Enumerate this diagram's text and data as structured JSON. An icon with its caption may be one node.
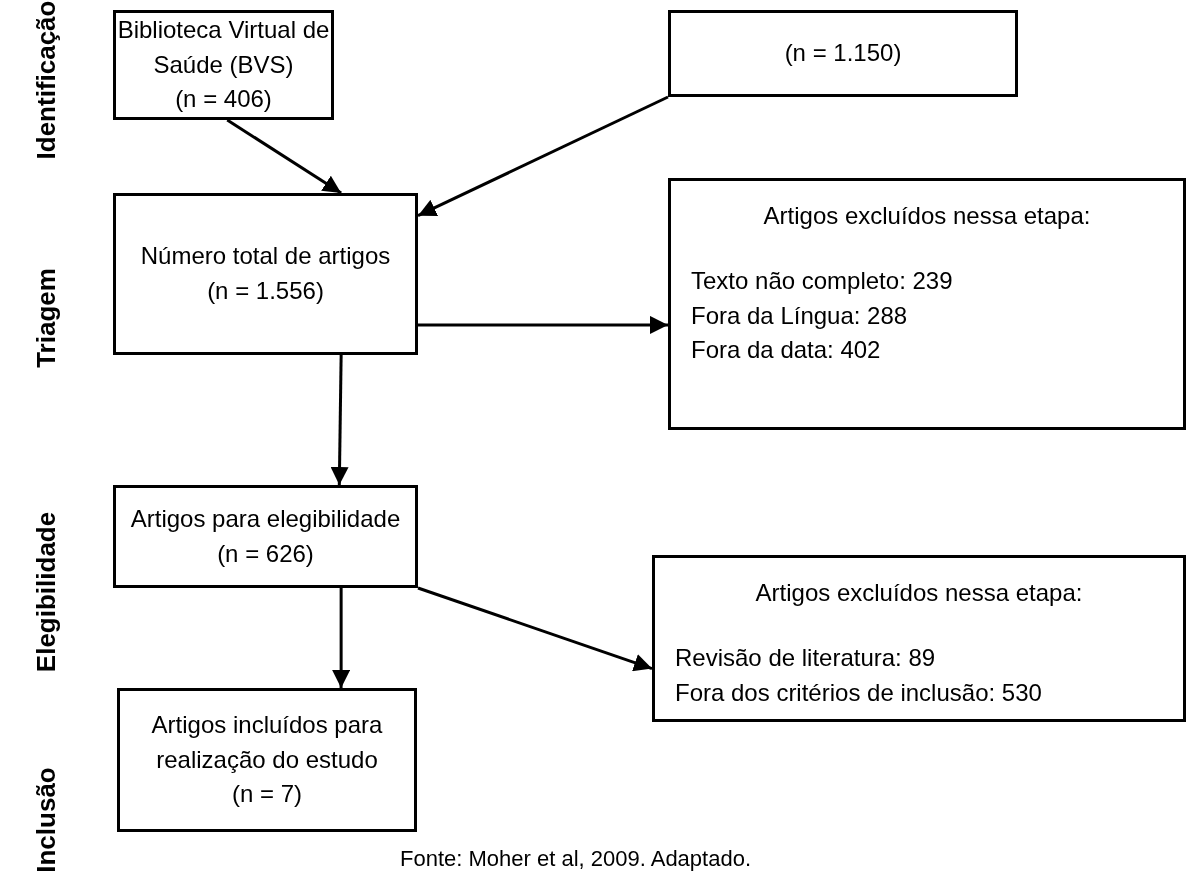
{
  "diagram": {
    "nodes": [
      {
        "text": [
          "Biblioteca Virtual de Saúde (BVS)",
          "(n = 406)"
        ]
      },
      {
        "text": [
          "(n = 1.150)"
        ]
      },
      {
        "text": [
          "Número total de artigos",
          "(n = 1.556)"
        ]
      },
      {
        "text": [
          "Artigos excluídos nessa etapa:",
          "Texto não completo: 239",
          "Fora da Língua: 288",
          "Fora da data: 402"
        ]
      },
      {
        "text": [
          "Artigos para elegibilidade",
          "(n = 626)"
        ]
      },
      {
        "text": [
          "Artigos excluídos nessa etapa:",
          "Revisão de literatura: 89",
          "Fora dos critérios de inclusão: 530"
        ]
      },
      {
        "text": [
          "Artigos incluídos para realização do estudo",
          "(n = 7)"
        ]
      }
    ],
    "edges": [
      {
        "from": 0,
        "to": 2,
        "arrow": "to"
      },
      {
        "from": 1,
        "to": 2,
        "arrow": "to"
      },
      {
        "from": 2,
        "to": 3,
        "arrow": "to"
      },
      {
        "from": 2,
        "to": 4,
        "arrow": "to"
      },
      {
        "from": 4,
        "to": 5,
        "arrow": "to"
      },
      {
        "from": 4,
        "to": 6,
        "arrow": "to"
      }
    ],
    "labels": [
      "Identificação",
      "Triagem",
      "Elegibilidade",
      "Inclusão",
      "Fonte: Moher et al, 2009. Adaptado."
    ]
  }
}
